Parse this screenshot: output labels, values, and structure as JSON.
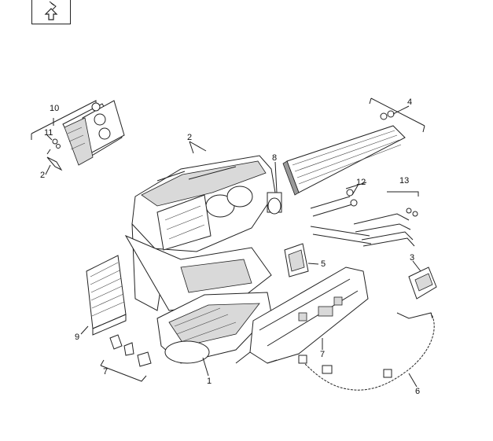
{
  "diagram": {
    "callouts": [
      "10",
      "11",
      "2",
      "2",
      "8",
      "4",
      "12",
      "13",
      "3",
      "5",
      "9",
      "7",
      "1",
      "7",
      "6"
    ]
  },
  "nav": {
    "icon": "up-arrow-icon"
  }
}
